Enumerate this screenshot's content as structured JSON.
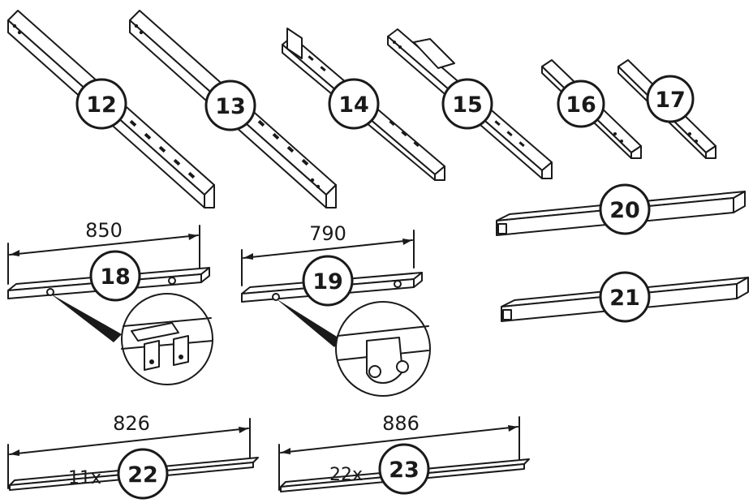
{
  "parts": [
    {
      "id": "part-12",
      "label": "12"
    },
    {
      "id": "part-13",
      "label": "13"
    },
    {
      "id": "part-14",
      "label": "14"
    },
    {
      "id": "part-15",
      "label": "15"
    },
    {
      "id": "part-16",
      "label": "16"
    },
    {
      "id": "part-17",
      "label": "17"
    },
    {
      "id": "part-18",
      "label": "18",
      "dimension": "850"
    },
    {
      "id": "part-19",
      "label": "19",
      "dimension": "790"
    },
    {
      "id": "part-20",
      "label": "20"
    },
    {
      "id": "part-21",
      "label": "21"
    },
    {
      "id": "part-22",
      "label": "22",
      "dimension": "826",
      "quantity": "11x"
    },
    {
      "id": "part-23",
      "label": "23",
      "dimension": "886",
      "quantity": "22x"
    }
  ]
}
